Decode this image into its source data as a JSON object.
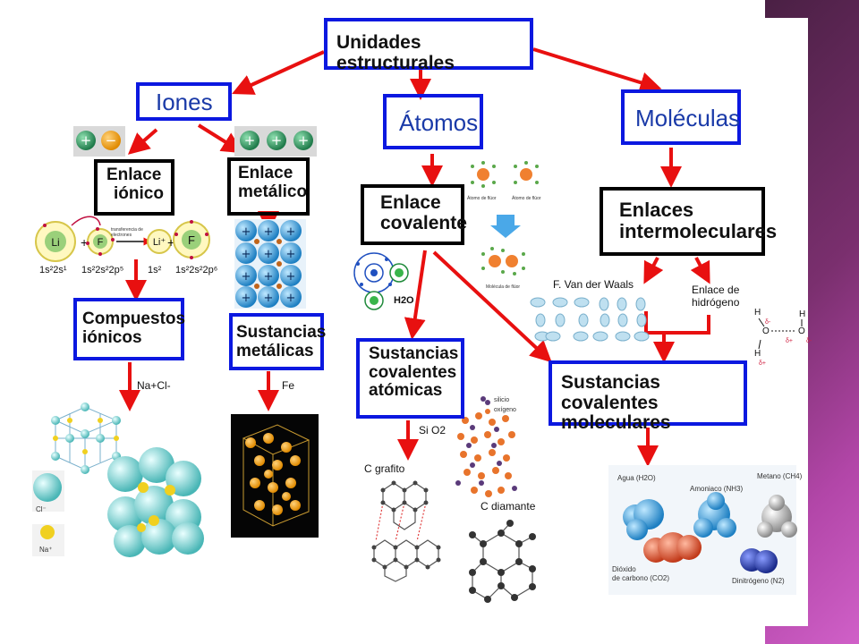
{
  "concepts": {
    "root": "Unidades estructurales",
    "iones": "Iones",
    "atomos": "Átomos",
    "moleculas": "Moléculas",
    "enlace_ionico": [
      "Enlace",
      "iónico"
    ],
    "enlace_metalico": [
      "Enlace",
      "metálico"
    ],
    "enlace_covalente": [
      "Enlace",
      "covalente"
    ],
    "enlaces_intermoleculares": [
      "Enlaces",
      "intermoleculares"
    ],
    "compuestos_ionicos": [
      "Compuestos",
      "iónicos"
    ],
    "sustancias_metalicas": [
      "Sustancias",
      "metálicas"
    ],
    "sustancias_covalentes_atomicas": [
      "Sustancias",
      "covalentes",
      "atómicas"
    ],
    "sustancias_covalentes_moleculares": [
      "Sustancias covalentes",
      "moleculares"
    ]
  },
  "labels": {
    "van_der_waals": "F. Van der Waals",
    "enlace_hidrogeno": [
      "Enlace de",
      "hidrógeno"
    ],
    "nacl": "Na+Cl-",
    "fe": "Fe",
    "sio2": "Si O2",
    "c_grafito": "C grafito",
    "c_diamante": "C diamante",
    "h2o": "H2O",
    "silicio": "silicio",
    "oxigeno": "oxígeno",
    "cl_ion": "Cl⁻",
    "na_ion": "Na⁺",
    "config_li": "1s²2s¹",
    "config_f": "1s²2s²2p⁵",
    "config_li_ion": "1s²",
    "config_f_ion": "1s²2s²2p⁶",
    "atomo_fluor_1": "Átomo de flúor",
    "atomo_fluor_2": "Átomo de flúor",
    "molecula_fluor": "Molécula de flúor",
    "transfer": "transferencia de electrones"
  },
  "molecules": {
    "agua": "Agua (H2O)",
    "amoniaco": "Amoniaco (NH3)",
    "metano": "Metano (CH4)",
    "dioxido": [
      "Dióxido",
      "de carbono (CO2)"
    ],
    "dinitrogeno": "Dinitrógeno (N2)"
  },
  "colors": {
    "box_border": "#0b18e0",
    "arrow": "#e81010",
    "ion_green": "#2e8b57"
  }
}
